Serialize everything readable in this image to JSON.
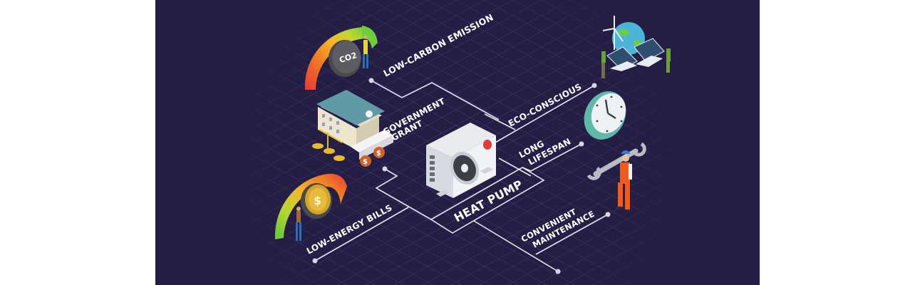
{
  "diagram": {
    "title": "HEAT PUMP",
    "background_color": "#241e45",
    "line_color": "#e8e6f2",
    "benefits": [
      {
        "id": "low-carbon",
        "label_lines": [
          "LOW-CARBON EMISSION"
        ],
        "icon": "co2-gauge-icon"
      },
      {
        "id": "government-grant",
        "label_lines": [
          "GOVERNMENT",
          "GRANT"
        ],
        "icon": "bank-building-icon"
      },
      {
        "id": "low-energy-bills",
        "label_lines": [
          "LOW-ENERGY BILLS"
        ],
        "icon": "dollar-gauge-icon"
      },
      {
        "id": "eco-conscious",
        "label_lines": [
          "ECO-CONSCIOUS"
        ],
        "icon": "earth-solar-wind-icon"
      },
      {
        "id": "long-lifespan",
        "label_lines": [
          "LONG",
          "LIFESPAN"
        ],
        "icon": "clock-icon"
      },
      {
        "id": "convenient-maintenance",
        "label_lines": [
          "CONVENIENT",
          "MAINTENANCE"
        ],
        "icon": "worker-wrench-icon"
      }
    ],
    "center": {
      "label": "HEAT PUMP",
      "icon": "heat-pump-unit-icon"
    },
    "co2_label": "CO2",
    "dollar_symbol": "$"
  }
}
